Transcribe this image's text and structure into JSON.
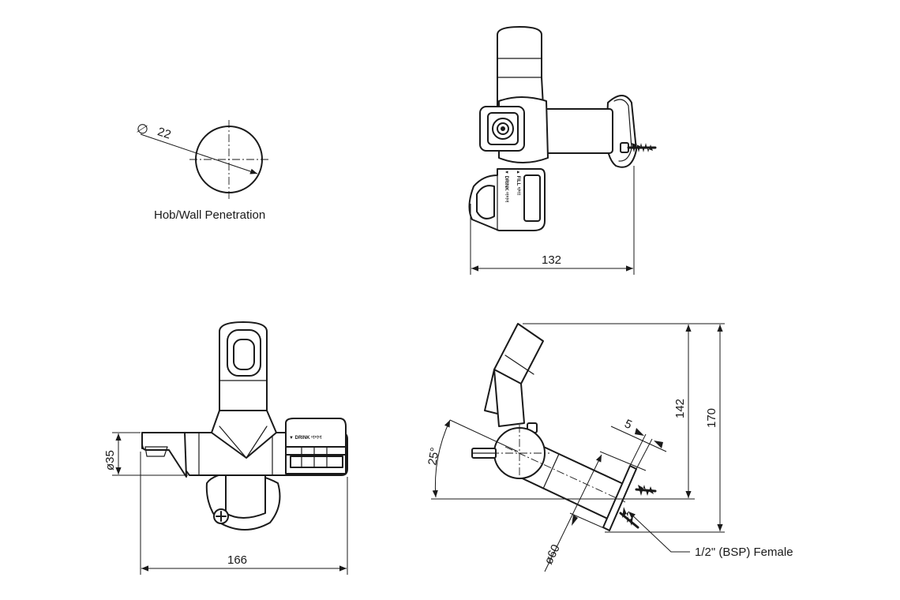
{
  "penetration": {
    "diameter_symbol": "∅",
    "diameter_value": "22",
    "caption": "Hob/Wall Penetration"
  },
  "top_view": {
    "width_dim": "132",
    "decal_line_1": "▲ FILL ᵒ/ᵒ!!",
    "decal_line_2": "▼ DRINK ᵒ!ᵒ!ᵒ!"
  },
  "front_view": {
    "width_dim": "166",
    "height_dim": "ø35",
    "decal": "▼ DRINK ᵒ!ᵒ!ᵒ!"
  },
  "side_view": {
    "angle_dim": "25°",
    "flange_dim": "5",
    "height_dim_inner": "142",
    "height_dim_outer": "170",
    "flange_diameter_dim": "ø60",
    "connection_note": "1/2\" (BSP) Female"
  }
}
